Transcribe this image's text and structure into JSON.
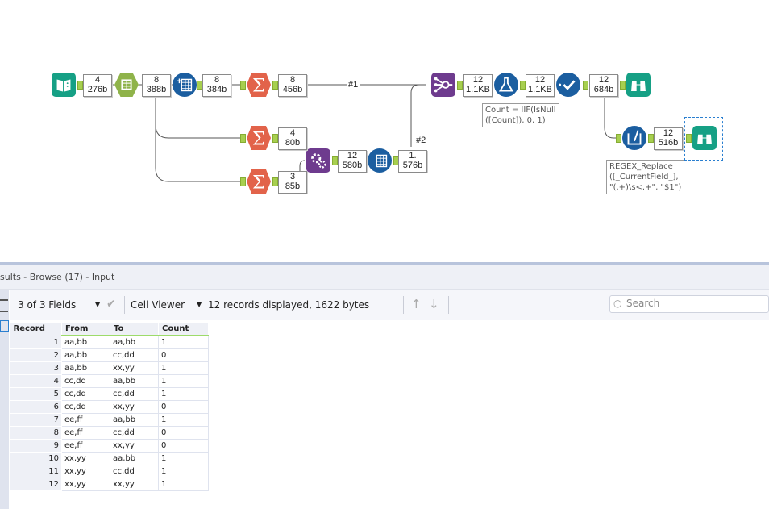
{
  "workflow": {
    "badges": {
      "b1": {
        "count": "4",
        "size": "276b"
      },
      "b2": {
        "count": "8",
        "size": "388b"
      },
      "b3": {
        "count": "8",
        "size": "384b"
      },
      "b4": {
        "count": "8",
        "size": "456b"
      },
      "b5": {
        "count": "12",
        "size": "1.1KB"
      },
      "b6": {
        "count": "12",
        "size": "1.1KB"
      },
      "b7": {
        "count": "12",
        "size": "684b"
      },
      "b8": {
        "count": "4",
        "size": "80b"
      },
      "b9": {
        "count": "3",
        "size": "85b"
      },
      "b10": {
        "count": "12",
        "size": "580b"
      },
      "b11": {
        "count": "1.",
        "size": "576b"
      },
      "b12": {
        "count": "12",
        "size": "516b"
      }
    },
    "wire_labels": {
      "w1": "#1",
      "w2": "#2"
    },
    "annotations": {
      "formula": "Count = IIF(IsNull\n([Count]), 0, 1)",
      "regex": "REGEX_Replace\n([_CurrentField_],\n\"(.+)\\s<.+\", \"$1\")"
    },
    "tools": [
      "input-data",
      "text-to-columns",
      "cross-tab",
      "summarize",
      "summarize",
      "summarize",
      "append-fields",
      "cross-tab",
      "union",
      "formula",
      "select",
      "browse",
      "multi-field-formula",
      "browse"
    ],
    "colors": {
      "anchor": "#a7cf4f",
      "summarize": "#e2634a",
      "union": "#6e3b8e",
      "blue": "#1b5ea0",
      "teal": "#16a085",
      "sel": "#2a7fd0"
    }
  },
  "results": {
    "title": "sults - Browse (17) - Input",
    "fields_selector": "3 of 3 Fields",
    "viewer": "Cell Viewer",
    "status": "12 records displayed, 1622 bytes",
    "search_placeholder": "Search",
    "columns": [
      "Record",
      "From",
      "To",
      "Count"
    ],
    "rows": [
      [
        "1",
        "aa,bb",
        "aa,bb",
        "1"
      ],
      [
        "2",
        "aa,bb",
        "cc,dd",
        "0"
      ],
      [
        "3",
        "aa,bb",
        "xx,yy",
        "1"
      ],
      [
        "4",
        "cc,dd",
        "aa,bb",
        "1"
      ],
      [
        "5",
        "cc,dd",
        "cc,dd",
        "1"
      ],
      [
        "6",
        "cc,dd",
        "xx,yy",
        "0"
      ],
      [
        "7",
        "ee,ff",
        "aa,bb",
        "1"
      ],
      [
        "8",
        "ee,ff",
        "cc,dd",
        "0"
      ],
      [
        "9",
        "ee,ff",
        "xx,yy",
        "0"
      ],
      [
        "10",
        "xx,yy",
        "aa,bb",
        "1"
      ],
      [
        "11",
        "xx,yy",
        "cc,dd",
        "1"
      ],
      [
        "12",
        "xx,yy",
        "xx,yy",
        "1"
      ]
    ]
  }
}
